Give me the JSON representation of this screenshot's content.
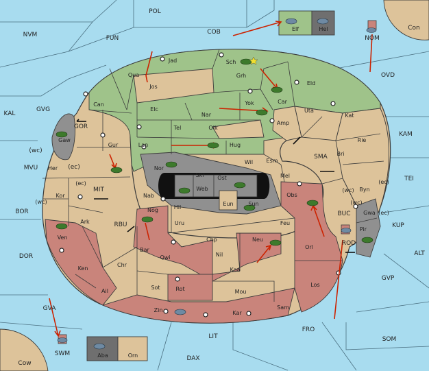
{
  "colors": {
    "sea": "#a8dcef",
    "green": "#9fc38a",
    "tan": "#ddc39a",
    "rose": "#c9847b",
    "grey": "#909090",
    "dark": "#6f6f6f",
    "arrow": "#cc2200",
    "unit": "#3d7a2c"
  },
  "regions": {
    "sea": [
      "POL",
      "NVM",
      "FUN",
      "COB",
      "Con",
      "NOM",
      "OVD",
      "KAL",
      "GVG",
      "GOR",
      "MVU",
      "KAM",
      "SMA",
      "TEI",
      "BOR",
      "MIT",
      "RBU",
      "KUP",
      "DOR",
      "ALT",
      "GVP",
      "BUC",
      "ROD",
      "GVA",
      "FRO",
      "SOM",
      "LIT",
      "DAX",
      "Cow",
      "SWM",
      "(wc)",
      "(ec)"
    ],
    "green": [
      "Jad",
      "Sch",
      "Qua",
      "Jos",
      "Grh",
      "Eld",
      "Can",
      "Car",
      "Elc",
      "Yok",
      "Nar",
      "Kat",
      "Tel",
      "Olk",
      "Gur",
      "Lan",
      "Hug",
      "Elf"
    ],
    "tan": [
      "Uta",
      "Amp",
      "Rie",
      "Bri",
      "Wil",
      "Esm",
      "Byn",
      "Her",
      "Mel",
      "Kor",
      "Nab",
      "Hil",
      "Uru",
      "Feu",
      "Ark",
      "Chp",
      "Chr",
      "Sot",
      "Mou",
      "Orn"
    ],
    "rose": [
      "Obs",
      "Nog",
      "Bar",
      "Qwi",
      "Nil",
      "Orl",
      "Ven",
      "Ken",
      "Kaa",
      "Neu",
      "Los",
      "Ail",
      "Rot",
      "Sam",
      "Zin",
      "Kar"
    ],
    "grey": [
      "Gaw",
      "Nor",
      "Skr",
      "Ost",
      "Web",
      "Eun",
      "Sun",
      "Gwa",
      "Pir",
      "Hel",
      "Aba"
    ]
  }
}
